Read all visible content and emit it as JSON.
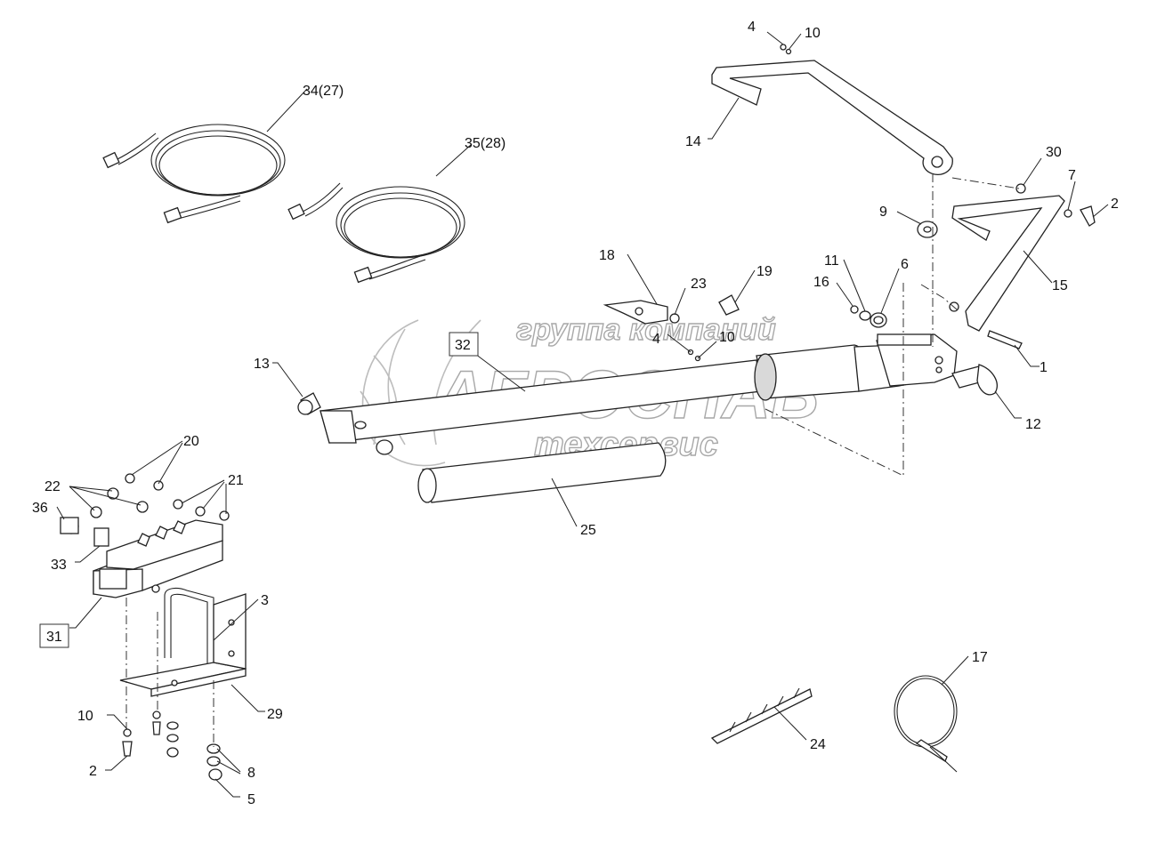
{
  "watermark": {
    "line1": "группа компаний",
    "line2": "АГРОСНАБ",
    "line3": "техсервис"
  },
  "callouts": {
    "c1": "1",
    "c2a": "2",
    "c2b": "2",
    "c3": "3",
    "c4a": "4",
    "c4b": "4",
    "c5": "5",
    "c6": "6",
    "c7": "7",
    "c8": "8",
    "c9": "9",
    "c10a": "10",
    "c10b": "10",
    "c10c": "10",
    "c11": "11",
    "c12": "12",
    "c13": "13",
    "c14": "14",
    "c15": "15",
    "c16": "16",
    "c17": "17",
    "c18": "18",
    "c19": "19",
    "c20": "20",
    "c21": "21",
    "c22": "22",
    "c23": "23",
    "c24": "24",
    "c25": "25",
    "c29": "29",
    "c30": "30",
    "c31": "31",
    "c32": "32",
    "c33": "33",
    "c34": "34(27)",
    "c35": "35(28)",
    "c36": "36"
  }
}
